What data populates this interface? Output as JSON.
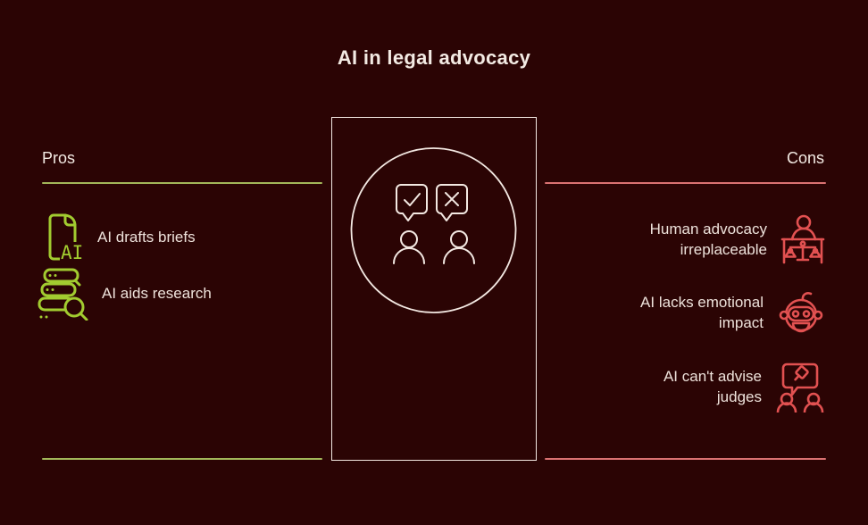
{
  "title": "AI in legal advocacy",
  "colors": {
    "background": "#2b0404",
    "text_primary": "#f3eae3",
    "text_item": "#eee2db",
    "green_line": "#a3b75a",
    "green_icon": "#a2cc30",
    "red_line": "#db7272",
    "red_icon": "#e25151",
    "outline": "#f3e8e2"
  },
  "pros": {
    "label": "Pros",
    "items": [
      {
        "label": "AI drafts briefs",
        "icon": "document-ai-icon"
      },
      {
        "label": "AI aids research",
        "icon": "database-search-icon"
      }
    ]
  },
  "cons": {
    "label": "Cons",
    "items": [
      {
        "label": "Human advocacy\nirreplaceable",
        "icon": "person-justice-scales-icon"
      },
      {
        "label": "AI lacks emotional\nimpact",
        "icon": "robot-head-icon"
      },
      {
        "label": "AI can't advise\njudges",
        "icon": "people-gavel-discussion-icon"
      }
    ]
  },
  "center": {
    "icon": "approve-reject-people-icon"
  }
}
